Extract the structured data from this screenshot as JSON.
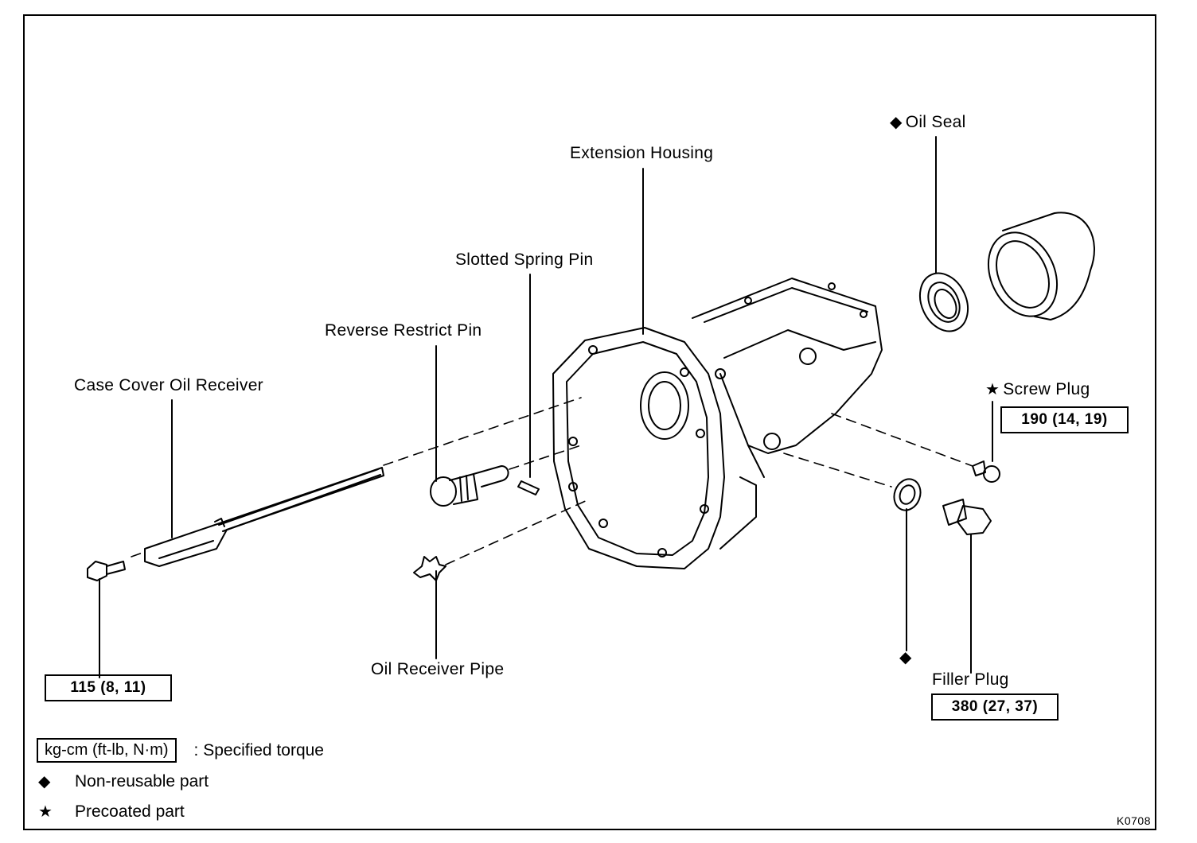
{
  "parts": {
    "oil_seal": "Oil Seal",
    "extension_housing": "Extension Housing",
    "slotted_spring_pin": "Slotted Spring Pin",
    "reverse_restrict_pin": "Reverse Restrict Pin",
    "case_cover_oil_receiver": "Case Cover Oil Receiver",
    "screw_plug": "Screw Plug",
    "oil_receiver_pipe": "Oil Receiver Pipe",
    "filler_plug": "Filler Plug"
  },
  "torques": {
    "screw_plug": "190 (14, 19)",
    "bolt": "115 (8, 11)",
    "filler_plug": "380 (27, 37)"
  },
  "symbols": {
    "diamond": "◆",
    "star": "★"
  },
  "legend": {
    "torque_unit": "kg-cm (ft-lb, N·m)",
    "torque_desc": ":   Specified torque",
    "non_reusable": "Non-reusable part",
    "precoated": "Precoated part"
  },
  "figure_code": "K0708"
}
